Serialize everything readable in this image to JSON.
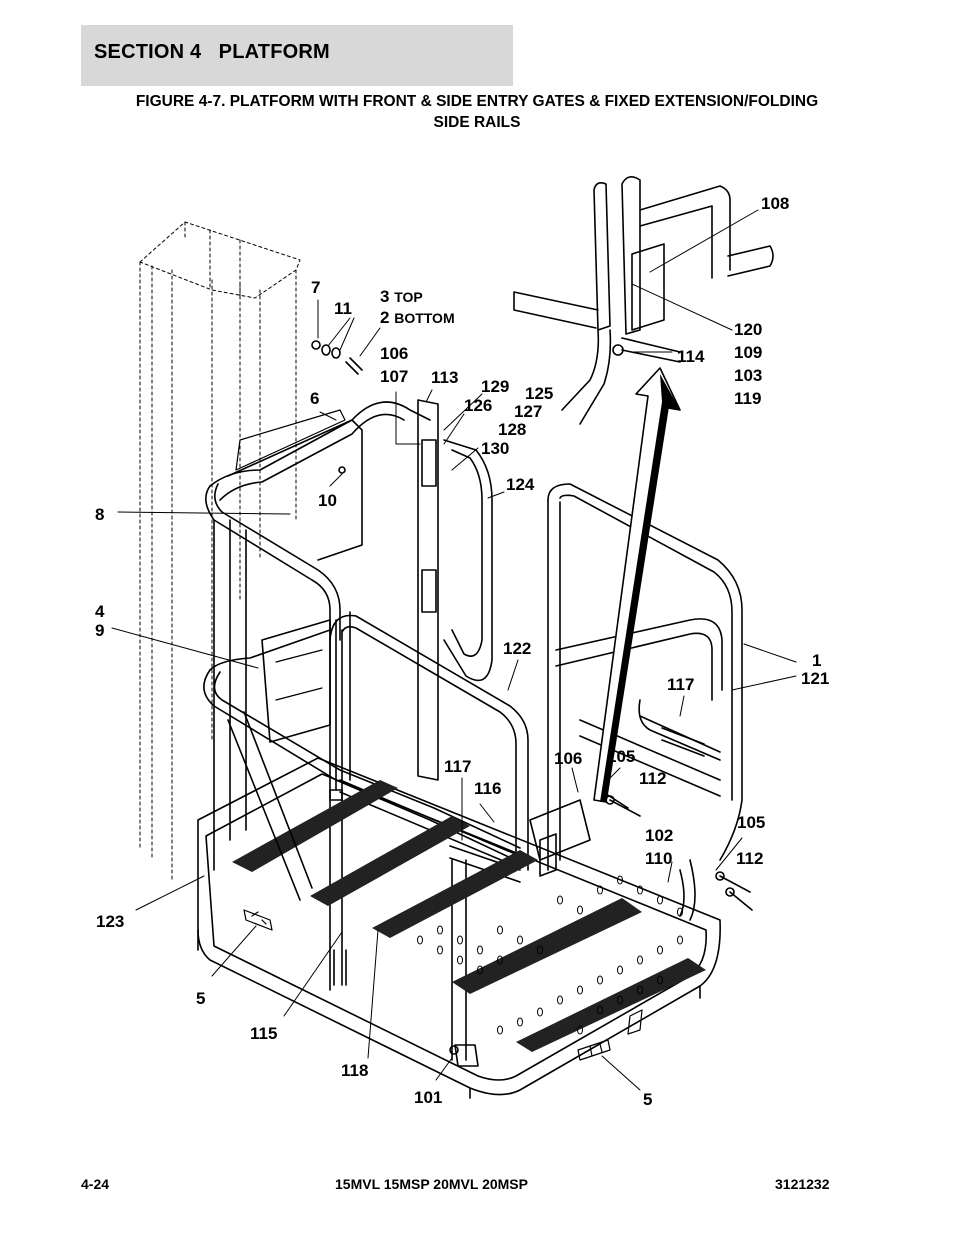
{
  "header": {
    "section_label": "SECTION 4",
    "section_name": "PLATFORM"
  },
  "figure": {
    "title_line1": "FIGURE 4-7. PLATFORM WITH FRONT & SIDE ENTRY GATES & FIXED EXTENSION/FOLDING",
    "title_line2": "SIDE RAILS"
  },
  "callouts": {
    "c7": "7",
    "c11": "11",
    "c3": "3",
    "c3_sub": "TOP",
    "c2": "2",
    "c2_sub": "BOTTOM",
    "c106a": "106",
    "c107": "107",
    "c113": "113",
    "c129": "129",
    "c125": "125",
    "c126": "126",
    "c127": "127",
    "c128": "128",
    "c130": "130",
    "c6": "6",
    "c10": "10",
    "c8": "8",
    "c124": "124",
    "c108": "108",
    "c120": "120",
    "c109": "109",
    "c103": "103",
    "c119": "119",
    "c114": "114",
    "c4": "4",
    "c9": "9",
    "c122": "122",
    "c1": "1",
    "c121": "121",
    "c117a": "117",
    "c117b": "117",
    "c116": "116",
    "c106b": "106",
    "c105a": "105",
    "c112a": "112",
    "c102": "102",
    "c110": "110",
    "c105b": "105",
    "c112b": "112",
    "c123": "123",
    "c5a": "5",
    "c115": "115",
    "c118": "118",
    "c101": "101",
    "c5b": "5"
  },
  "footer": {
    "page_number": "4-24",
    "models": "15MVL 15MSP 20MVL 20MSP",
    "doc_number": "3121232"
  }
}
